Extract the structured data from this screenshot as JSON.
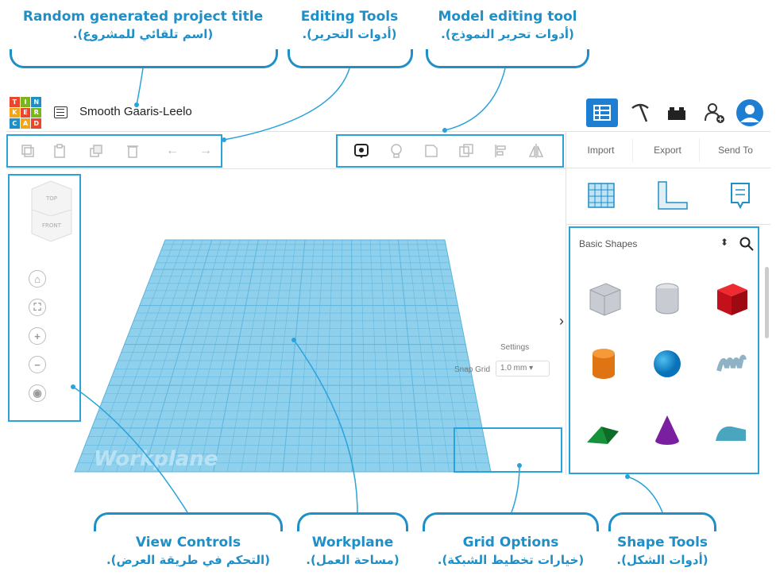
{
  "annotations": {
    "project_title": {
      "en": "Random generated project title",
      "ar": "(اسم تلقائي للمشروع)."
    },
    "editing_tools": {
      "en": "Editing Tools",
      "ar": "(أدوات التحرير)."
    },
    "model_editing": {
      "en": "Model editing tool",
      "ar": "(أدوات تحرير النموذج)."
    },
    "view_controls": {
      "en": "View Controls",
      "ar": "(التحكم في طريقة العرض)."
    },
    "workplane": {
      "en": "Workplane",
      "ar": "(مساحة العمل)."
    },
    "grid_options": {
      "en": "Grid Options",
      "ar": "(خيارات تخطيط الشبكة)."
    },
    "shape_tools": {
      "en": "Shape Tools",
      "ar": "(أدوات الشكل)."
    }
  },
  "app": {
    "logo_letters": [
      "T",
      "I",
      "N",
      "K",
      "E",
      "R",
      "C",
      "A",
      "D"
    ],
    "project_title": "Smooth Gaaris-Leelo",
    "import_label": "Import",
    "export_label": "Export",
    "send_to_label": "Send To",
    "shape_category": "Basic Shapes",
    "viewcube_top": "TOP",
    "viewcube_front": "FRONT",
    "workplane_label": "Workplane",
    "grid_settings_label": "Settings",
    "snap_grid_label": "Snap Grid",
    "snap_grid_value": "1.0 mm"
  },
  "colors": {
    "accent": "#1e8fc7",
    "highlight": "#29a3dc",
    "nav_active": "#1e7fd2",
    "workplane": "#8fd0ec"
  },
  "icons": {
    "top_nav": [
      "grid-view-icon",
      "pickaxe-icon",
      "bricks-icon",
      "add-user-icon",
      "avatar-icon"
    ],
    "editing_tools": [
      "copy-icon",
      "paste-icon",
      "duplicate-icon",
      "delete-icon",
      "undo-icon",
      "redo-icon"
    ],
    "model_tools": [
      "notes-visibility-icon",
      "light-bulb-icon",
      "group-icon",
      "ungroup-icon",
      "align-icon",
      "mirror-icon"
    ],
    "view_controls": [
      "home-icon",
      "fit-view-icon",
      "zoom-in-icon",
      "zoom-out-icon",
      "ortho-view-icon"
    ],
    "shape_types": [
      "workplane-type-icon",
      "ruler-icon",
      "notes-icon"
    ]
  }
}
